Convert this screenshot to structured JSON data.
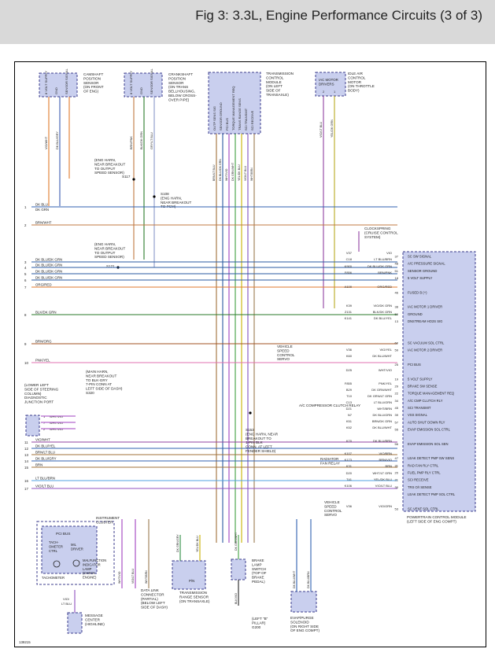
{
  "header": {
    "title": "Fig 3: 3.3L, Engine Performance Circuits (3 of 3)"
  },
  "components": {
    "cmp": {
      "name": [
        "CAMSHAFT",
        "POSITION",
        "SENSOR",
        "(ON FRONT",
        "OF ENG)"
      ],
      "pins": [
        "8 VOLT SUPPLY",
        "GND",
        "SENSOR SIGNAL"
      ]
    },
    "ckp": {
      "name": [
        "CRANKSHAFT",
        "POSITION",
        "SENSOR",
        "(ON TRANS",
        "BELLHOUSING,",
        "BELOW CROSS-",
        "OVER PIPE)"
      ],
      "pins": [
        "8 VOLT SUPPLY",
        "GND",
        "SENSOR SIGNAL"
      ]
    },
    "tcm": {
      "name": [
        "TRANSMISSION",
        "CONTROL",
        "MODULE",
        "(ON LEFT",
        "SIDE OF",
        "TRANSAXLE)"
      ],
      "pins": [
        "OUTP SENS SIG",
        "SENSOR GROUND",
        "PCI BUS",
        "TORQUE MANAGEMENT REQ",
        "TRANS RANGE SENS",
        "SCI TRANSMIT",
        "SCI RECEIVE"
      ]
    },
    "iac": {
      "name": [
        "IDLE AIR",
        "CONTROL",
        "MOTOR",
        "(ON THROTTLE",
        "BODY)"
      ],
      "box": [
        "IAC MOTOR",
        "DRIVERS"
      ],
      "pins": [
        "2",
        "1"
      ]
    },
    "pcm": {
      "caption": [
        "POWERTRAIN CONTROL MODULE",
        "(LEFT SIDE OF ENG COMPT)"
      ]
    },
    "clockspring": [
      "CLOCKSPRING",
      "(CRUISE CONTROL",
      "SYSTEM)"
    ],
    "vss": [
      "VEHICLE",
      "SPEED",
      "CONTROL",
      "SERVO"
    ],
    "vss2": [
      "VEHICLE",
      "SPEED",
      "CONTROL",
      "SERVO"
    ],
    "ac_relay": "A/C COMPRESSOR CLUTCH RELAY",
    "rad_relay": [
      "RADIATOR",
      "FAN RELAY"
    ],
    "cluster": {
      "name": [
        "INSTRUMENT",
        "CLUSTER"
      ],
      "pci": "PCI BUS",
      "tach": [
        "TACH-",
        "OMETER",
        "CTRL"
      ],
      "mil": [
        "MIL",
        "DRIVER"
      ],
      "tach_label": "TACHOMETER",
      "mil_label": [
        "MALFUNCTION",
        "INDICATOR",
        "LAMP",
        "(CHECK",
        "ENGINE)"
      ]
    },
    "dlc": [
      "DATA LINK",
      "CONNECTOR",
      "(PARTIAL)",
      "(BELOW LEFT",
      "SIDE OF DASH)"
    ],
    "trs": {
      "name": [
        "TRANSMISSION",
        "RANGE SENSOR",
        "(ON TRANSAXLE)"
      ],
      "pn": "P/N"
    },
    "brake": [
      "BRAKE",
      "LAMP",
      "SWITCH",
      "(TOP OF",
      "BRAKE",
      "PEDAL)"
    ],
    "evap": [
      "EVAP/PURGE",
      "SOLENOID",
      "(ON RIGHT SIDE",
      "OF ENG COMPT)"
    ],
    "msg": [
      "MESSAGE",
      "CENTER",
      "(HIGHLINE)"
    ],
    "g200": [
      "(LEFT \"B\"",
      "PILLAR)",
      "G200"
    ],
    "junction": [
      "(LOWER LEFT",
      "SIDE OF STEERING",
      "COLUMN)",
      "DIAGNOSTIC",
      "JUNCTION PORT"
    ],
    "main_harn": [
      "(MAIN HARN,",
      "NEAR BREAKOUT",
      "TO BLK-GRY",
      "7-PIN CONN AT",
      "LEFT SIDE OF DASH)",
      "S320"
    ],
    "s117": [
      "(ENG HARN,",
      "NEAR BREAKOUT",
      "TO OUTPUT",
      "SPEED SENSOR)",
      "S117"
    ],
    "s108": [
      "S108",
      "(ENG HARN,",
      "NEAR BREAKOUT",
      "TO PCM)"
    ],
    "s121": [
      "(ENG HARN,",
      "NEAR BREAKOUT",
      "TO OUTPUT",
      "SPEED SENSOR)",
      "S121"
    ],
    "s153": [
      "S153",
      "(ENG HARN, NEAR",
      "BREAKOUT TO",
      "1-PIN BLK",
      "CONN, AT LEFT",
      "FENDER SHIELD)"
    ],
    "junction_pins": [
      "1",
      "7",
      "2"
    ],
    "fig_no": "139215"
  },
  "pcm_pins": [
    {
      "n": "37",
      "label": "SC SW SIGNAL"
    },
    {
      "n": "48",
      "label": "A/C PRESSURE SIGNAL"
    },
    {
      "n": "51",
      "label": "SENSOR GROUND"
    },
    {
      "n": "18",
      "label": "5 VOLT SUPPLY"
    },
    {
      "n": "",
      "label": ""
    },
    {
      "n": "46",
      "label": "FUSED B (+)"
    },
    {
      "n": "",
      "label": ""
    },
    {
      "n": "38",
      "label": "IAC MOTOR 1 DRIVER"
    },
    {
      "n": "50",
      "label": "GROUND"
    },
    {
      "n": "13",
      "label": "DNSTREAM HO2S SIG"
    },
    {
      "n": "",
      "label": ""
    },
    {
      "n": "",
      "label": ""
    },
    {
      "n": "60",
      "label": "SC VACUUM SOL CTRL"
    },
    {
      "n": "59",
      "label": "IAC MOTOR 2 DRIVER"
    },
    {
      "n": "",
      "label": ""
    },
    {
      "n": "25",
      "label": "PCI BUS"
    },
    {
      "n": "",
      "label": ""
    },
    {
      "n": "19",
      "label": "5 VOLT SUPPLY"
    },
    {
      "n": "29",
      "label": "BRAKE SW SENSE"
    },
    {
      "n": "22",
      "label": "TORQUE MANAGEMENT REQ"
    },
    {
      "n": "34",
      "label": "A/C CMP CLUTCH RLY"
    },
    {
      "n": "45",
      "label": "SCI TRANSMIT"
    },
    {
      "n": "39",
      "label": "VSS SIGNAL"
    },
    {
      "n": "57",
      "label": "AUTO SHUT DOWN RLY"
    },
    {
      "n": "55",
      "label": "EVAP EMISSION SOL CTRL"
    },
    {
      "n": "",
      "label": ""
    },
    {
      "n": "56",
      "label": "EVAP EMISSION SOL SEN"
    },
    {
      "n": "",
      "label": ""
    },
    {
      "n": "47",
      "label": "LEAK DETECT PMP SW SENS"
    },
    {
      "n": "31",
      "label": "RAD FAN RLY CTRL"
    },
    {
      "n": "20",
      "label": "FUEL PMP RLY CTRL"
    },
    {
      "n": "21",
      "label": "SCI RECEIVE"
    },
    {
      "n": "30",
      "label": "TRS O/I SENSE"
    },
    {
      "n": "",
      "label": "LEAK DETECT PMP SOL CTRL"
    },
    {
      "n": "",
      "label": ""
    },
    {
      "n": "53",
      "label": "SC VENT SOL CTRL"
    }
  ],
  "wires": {
    "cmp": [
      "VIO/WHT",
      "DK BLU/GRY"
    ],
    "ckp": [
      "BRN/PNK",
      "BLK/DK GRN",
      "GRY/LT BLU"
    ],
    "tcm": [
      "BRN/LT BLU",
      "DK BLU/DK GRN",
      "WHT/VIO",
      "DK GRN/WHT",
      "YEL/DK BLU",
      "VIO/LT BLU",
      "WHT/BRN"
    ],
    "tcm_codes": [
      "K24",
      "K900",
      "D25",
      "K?",
      "T41",
      "T20",
      "D1"
    ],
    "iac": [
      "VIO/LT BLU",
      "YEL/DK GRN"
    ],
    "pcm": [
      {
        "code": "V37",
        "color": "VIO"
      },
      {
        "code": "C18",
        "color": "LT BLU/BRN"
      },
      {
        "code": "K900",
        "color": "DK BLU/DK GRN"
      },
      {
        "code": "F856",
        "color": "BRN/PNK"
      },
      {
        "code": "A109",
        "color": "ORG/RED"
      },
      {
        "code": "K39",
        "color": "VIO/DK GRN"
      },
      {
        "code": "Z131",
        "color": "BLK/DK GRN"
      },
      {
        "code": "K141",
        "color": "DK BLU/YEL"
      },
      {
        "code": "V36",
        "color": "VIO/YEL"
      },
      {
        "code": "K60",
        "color": "DK BLU/WHT"
      },
      {
        "code": "D25",
        "color": "WHT/VIO"
      },
      {
        "code": "F855",
        "color": "PNK/YEL"
      },
      {
        "code": "B29",
        "color": "DK GRN/WHT"
      },
      {
        "code": "T10",
        "color": "DK GRN/LT GRN"
      },
      {
        "code": "C13",
        "color": "LT BLU/GRN"
      },
      {
        "code": "D21",
        "color": "WHT/BRN"
      },
      {
        "code": "N7",
        "color": "DK BLU/GRN"
      },
      {
        "code": "K51",
        "color": "BRN/DK GRN"
      },
      {
        "code": "K52",
        "color": "DK BLU/WHT"
      },
      {
        "code": "K70",
        "color": "DK BLU/BRN"
      },
      {
        "code": "K107",
        "color": "VIO/BRN"
      },
      {
        "code": "K173",
        "color": "BRN/VIO"
      },
      {
        "code": "K31",
        "color": "BRN"
      },
      {
        "code": "D20",
        "color": "WHT/LT GRN"
      },
      {
        "code": "T41",
        "color": "YEL/DK BLU"
      },
      {
        "code": "K106",
        "color": "VIO/LT BLU"
      },
      {
        "code": "V36",
        "color": "VIO/GRN"
      }
    ]
  },
  "left_rows": [
    {
      "n": "1",
      "label": "DK BLU",
      "sub": "DK GRN"
    },
    {
      "n": "2",
      "label": "BRN/WHT"
    },
    {
      "n": "3",
      "label": "DK BLU/DK GRN"
    },
    {
      "n": "4",
      "label": "DK BLU/DK GRN"
    },
    {
      "n": "5",
      "label": "DK BLU/DK GRN"
    },
    {
      "n": "6",
      "label": "DK BLU/DK GRN"
    },
    {
      "n": "7",
      "label": "ORG/RED"
    },
    {
      "n": "8",
      "label": "BLK/DK GRN"
    },
    {
      "n": "9",
      "label": "BRN/ORG"
    },
    {
      "n": "10",
      "label": "PNK/YEL"
    },
    {
      "n": "11",
      "label": "VIO/WHT"
    },
    {
      "n": "12",
      "label": "DK BLU/YEL"
    },
    {
      "n": "13",
      "label": "BRN/LT BLU"
    },
    {
      "n": "14",
      "label": "DK BLU/GRY"
    },
    {
      "n": "15",
      "label": "BRN"
    },
    {
      "n": "16",
      "label": "LT BLU/BRN"
    },
    {
      "n": "17",
      "label": "VIO/LT BLU"
    }
  ],
  "junction_wires": [
    "WHT/VIO",
    "WHT/VIO",
    "WHT/VIO"
  ],
  "bottom_wires": [
    "DK GRN/GRY",
    "YEL/DK BLU",
    "DK GRN/WHT",
    "BLK/VIO",
    "DK BLU/WHT",
    "DK BLU/BRN",
    "WHT/VIO",
    "VIO/LT BLU",
    "WHT/BRN"
  ],
  "colors": {
    "header_bg": "#d9d9d9",
    "box_fill": "#c9cfee",
    "box_border": "#3c3c8c"
  }
}
